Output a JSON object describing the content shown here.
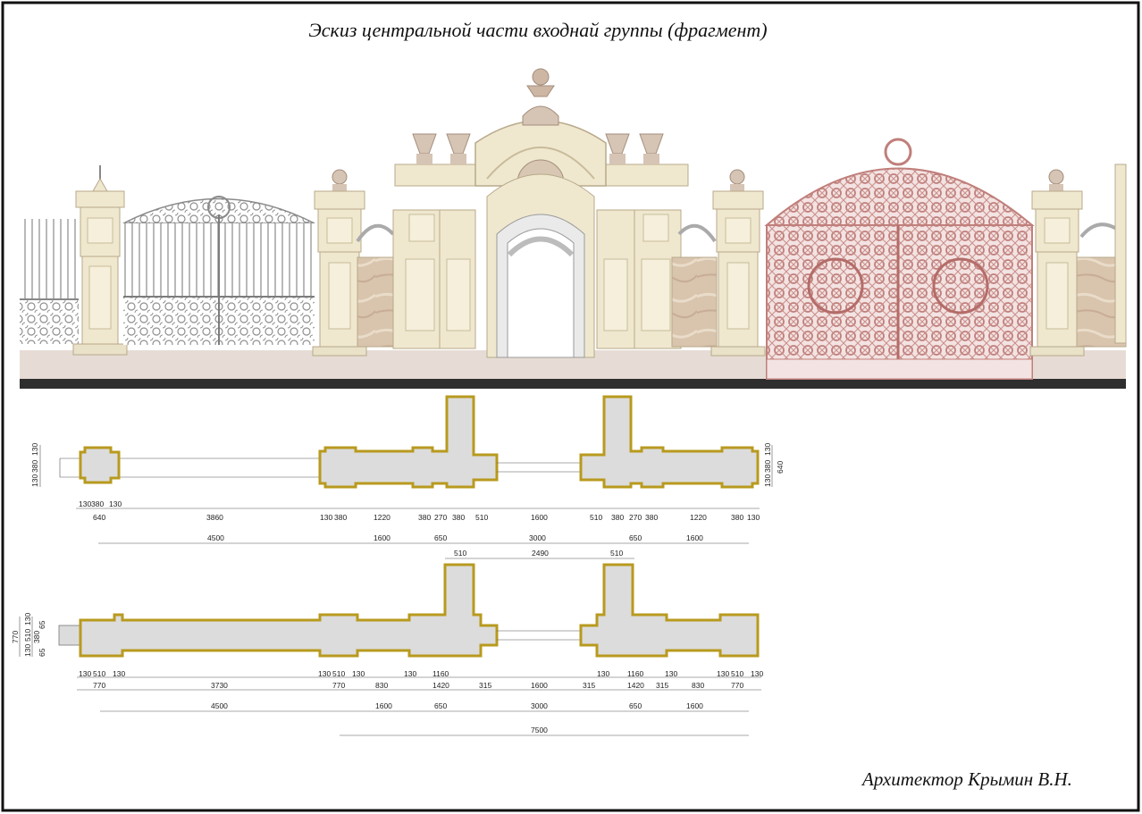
{
  "sheet": {
    "title": "Эскиз центральной части входнай группы (фрагмент)",
    "author": "Архитектор  Крымин В.Н."
  },
  "colors": {
    "stone": "#efe8cf",
    "marble": "#d7c1a9",
    "iron_gray": "#9a9a9a",
    "iron_red": "#c88a86",
    "plinth": "#e2d8d0",
    "plan_fill": "#dcdcdc",
    "plan_outline": "#b89a1e"
  },
  "plan_upper": {
    "side_dims": [
      "130",
      "380",
      "130"
    ],
    "right_dims": [
      "130",
      "380",
      "130",
      "640"
    ],
    "row1": [
      "130",
      "380",
      "130",
      "3860",
      "130",
      "380",
      "1220",
      "380",
      "270",
      "380",
      "510",
      "1600",
      "510",
      "380",
      "270",
      "380",
      "1220",
      "380",
      "130"
    ],
    "row1_640": "640",
    "row2": [
      "4500",
      "1600",
      "650",
      "3000",
      "650",
      "1600"
    ]
  },
  "plan_lower": {
    "side_dims": [
      "770",
      "130",
      "510",
      "130",
      "380",
      "65",
      "65"
    ],
    "top": [
      "510",
      "2490",
      "510"
    ],
    "row1": [
      "130",
      "510",
      "130",
      "3730",
      "130",
      "510",
      "130",
      "130",
      "1160",
      "130",
      "1160",
      "130",
      "130",
      "510",
      "130"
    ],
    "row2": [
      "770",
      "770",
      "830",
      "1420",
      "315",
      "1600",
      "315",
      "1420",
      "315",
      "830",
      "770"
    ],
    "row3": [
      "4500",
      "1600",
      "650",
      "3000",
      "650",
      "1600"
    ],
    "row4": "7500"
  }
}
